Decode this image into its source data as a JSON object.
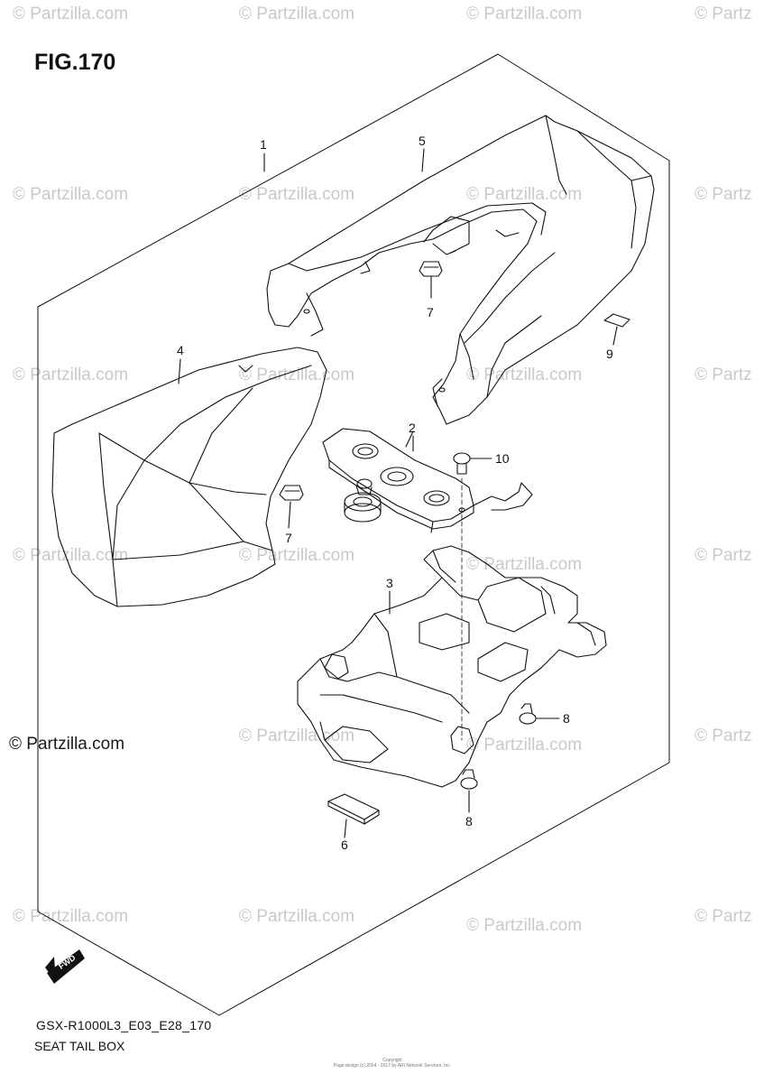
{
  "figure": {
    "title": "FIG.170",
    "model_code": "GSX-R1000L3_E03_E28_170",
    "section_title": "SEAT TAIL BOX",
    "fwd_label": "FWD",
    "copyright_fine": "Copyright\nPage design (c) 2004 - 2017 by ARI Network Services, Inc."
  },
  "watermarks": {
    "light_text": "© Partzilla.com",
    "light_text_cut": "© Partz",
    "dark_text": "© Partzilla.com"
  },
  "callouts": {
    "c1": "1",
    "c2": "2",
    "c3": "3",
    "c4": "4",
    "c5": "5",
    "c6": "6",
    "c7a": "7",
    "c7b": "7",
    "c8a": "8",
    "c8b": "8",
    "c9": "9",
    "c10": "10"
  },
  "colors": {
    "line": "#111111",
    "watermark": "#c9c9c9"
  }
}
